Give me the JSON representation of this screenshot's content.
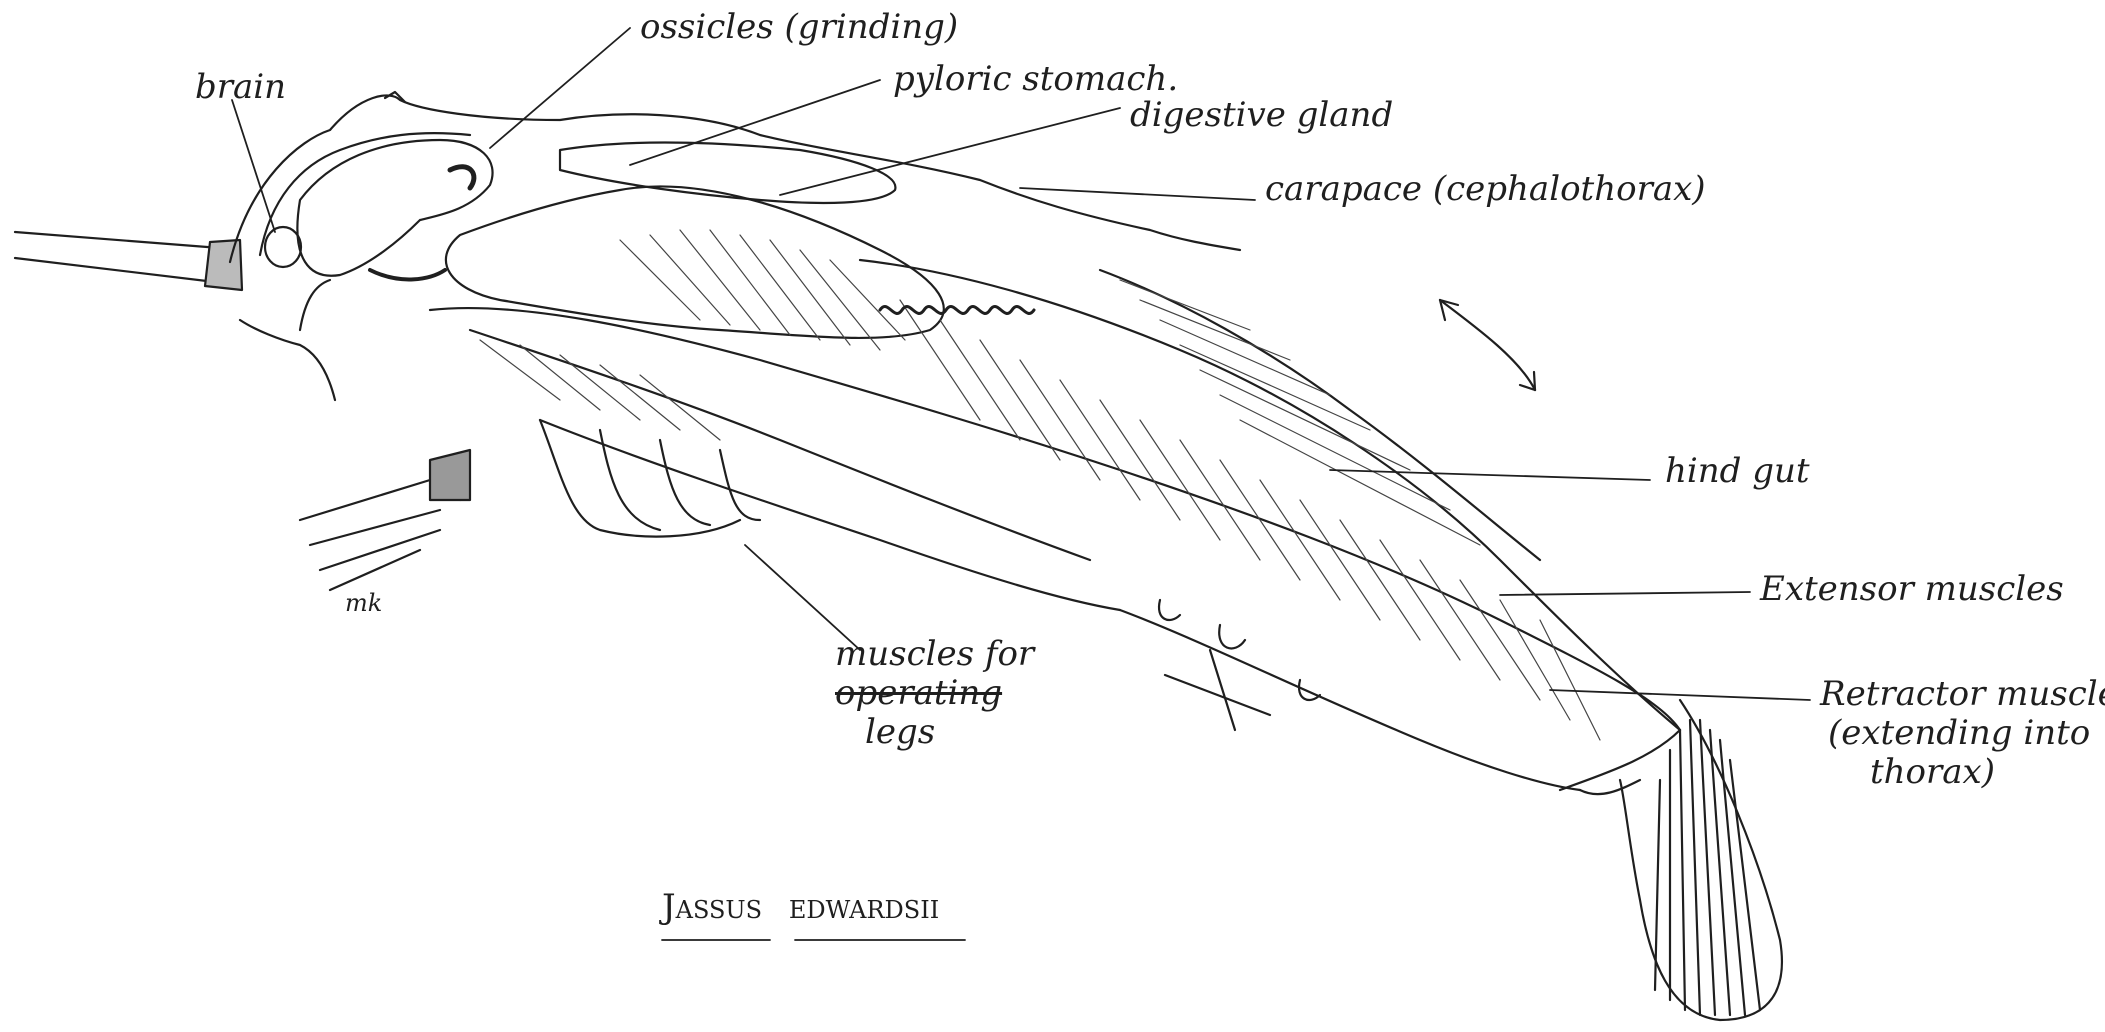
{
  "labels": {
    "ossicles": "ossicles (grinding)",
    "brain": "brain",
    "pyloric_stomach": "pyloric stomach.",
    "digestive_gland": "digestive gland",
    "carapace": "carapace (cephalothorax)",
    "hind_gut": "hind gut",
    "extensor_muscles": "Extensor muscles",
    "retractor_muscles_line1": "Retractor muscles",
    "retractor_muscles_line2": "(extending into",
    "retractor_muscles_line3": "thorax)",
    "legs_muscles_line1": "muscles for",
    "legs_muscles_line2": "operating",
    "legs_muscles_line3": "legs",
    "species_genus": "Jassus",
    "species_epithet": "edwardsii",
    "initials": "mk"
  },
  "colors": {
    "ink": "#1f1f1f",
    "paper": "#ffffff"
  }
}
